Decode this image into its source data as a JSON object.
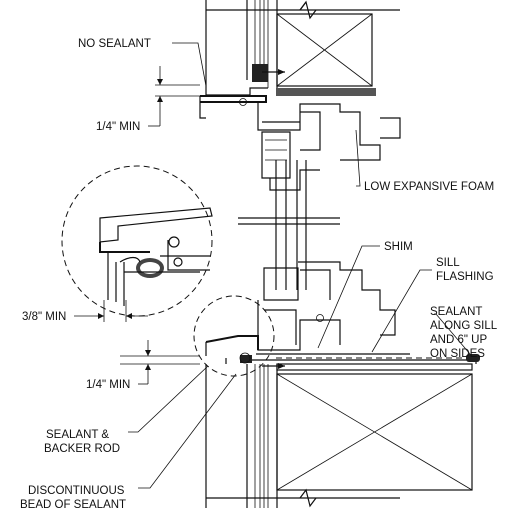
{
  "labels": {
    "no_sealant": "NO SEALANT",
    "quarter_min_top": "1/4\" MIN",
    "low_expansive_foam": "LOW EXPANSIVE FOAM",
    "shim": "SHIM",
    "sill_flashing_1": "SILL",
    "sill_flashing_2": "FLASHING",
    "sealant_along_1": "SEALANT",
    "sealant_along_2": "ALONG SILL",
    "sealant_along_3": "AND 6\" UP",
    "sealant_along_4": "ON SIDES",
    "three_eighths_min": "3/8\" MIN",
    "quarter_min_bottom": "1/4\" MIN",
    "sealant_backer_1": "SEALANT &",
    "sealant_backer_2": "BACKER ROD",
    "discontinuous_1": "DISCONTINUOUS",
    "discontinuous_2": "BEAD OF SEALANT"
  }
}
